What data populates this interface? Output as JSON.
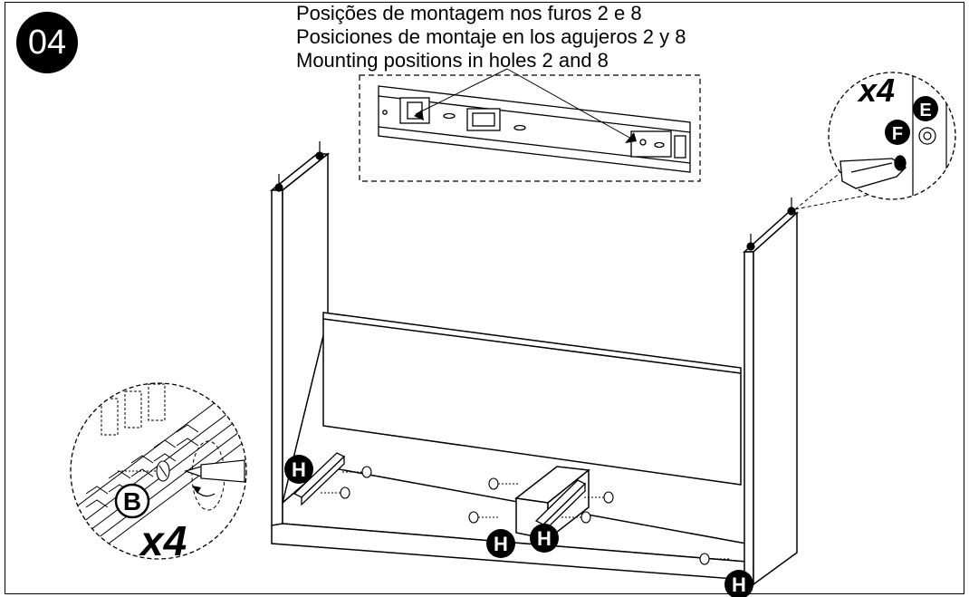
{
  "step": {
    "number": "04"
  },
  "captions": {
    "pt": "Posições de montagem nos furos 2 e 8",
    "es": "Posiciones de montaje en los agujeros 2 y 8",
    "en": "Mounting positions in holes 2 and 8"
  },
  "hardware_labels": {
    "b": "B",
    "e": "E",
    "f": "F",
    "h": "H"
  },
  "quantities": {
    "screws_b": "x4",
    "nails_e": "x4"
  },
  "colors": {
    "ink": "#000000",
    "paper": "#ffffff"
  }
}
